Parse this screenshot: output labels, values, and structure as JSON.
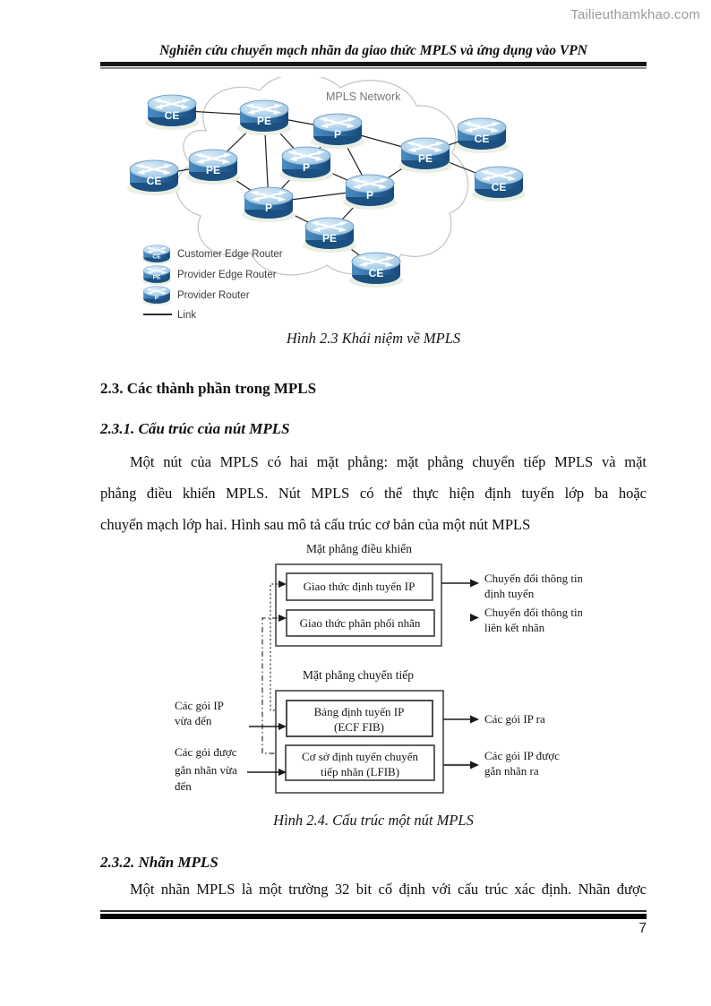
{
  "watermark": "Tailieuthamkhao.com",
  "header": {
    "title": "Nghiên cứu chuyển mạch nhãn đa giao thức MPLS và ứng dụng vào VPN"
  },
  "figure23": {
    "network_label": "MPLS Network",
    "nodes": [
      "CE",
      "PE",
      "P",
      "CE",
      "PE",
      "P",
      "P",
      "P",
      "PE",
      "CE",
      "CE",
      "PE",
      "CE"
    ],
    "legend": {
      "ce_abbr": "CE",
      "pe_abbr": "PE",
      "p_abbr": "P",
      "ce": "Customer Edge Router",
      "pe": "Provider Edge Router",
      "p": "Provider Router",
      "link": "Link"
    },
    "caption": "Hình 2.3 Khái niệm về MPLS"
  },
  "section_2_3": {
    "title": "2.3. Các thành phần trong MPLS"
  },
  "section_2_3_1": {
    "title": "2.3.1. Cấu trúc của nút MPLS",
    "lines": [
      "Một nút của MPLS có hai mặt phẳng: mặt phẳng chuyển tiếp MPLS và mặt",
      "phẳng điều khiển MPLS. Nút MPLS có thể thực hiện định tuyến lớp ba hoặc",
      "chuyển mạch lớp hai. Hình sau mô tả cấu trúc cơ bản của một nút MPLS"
    ]
  },
  "figure24": {
    "control_plane_title": "Mặt phẳng điều khiển",
    "box_routing_protocol": "Giao thức định tuyến IP",
    "box_label_distribution": "Giao thức phân phối nhãn",
    "out_routing": [
      "Chuyển đổi thông tin",
      "định tuyến"
    ],
    "out_label_binding": [
      "Chuyển đổi thông tin",
      "liên kết nhãn"
    ],
    "forwarding_plane_title": "Mặt phẳng chuyển tiếp",
    "box_fib": [
      "Bảng định tuyến IP",
      "(ECF FIB)"
    ],
    "box_lfib": [
      "Cơ sở định tuyến chuyển",
      "tiếp nhãn (LFIB)"
    ],
    "in_ip_packets": [
      "Các gói IP",
      "vừa đến"
    ],
    "in_labeled_packets": [
      "Các gói được",
      "gắn nhãn vừa",
      "đến"
    ],
    "out_ip_packets": "Các gói IP ra",
    "out_labeled_packets": [
      "Các gói IP được",
      "gắn nhãn ra"
    ],
    "caption": "Hình 2.4. Cấu trúc một nút MPLS"
  },
  "section_2_3_2": {
    "title": "2.3.2. Nhãn MPLS",
    "line": "Một nhãn MPLS là một trường 32 bit cố định với cấu trúc xác định. Nhãn được"
  },
  "footer": {
    "page_number": "7"
  }
}
